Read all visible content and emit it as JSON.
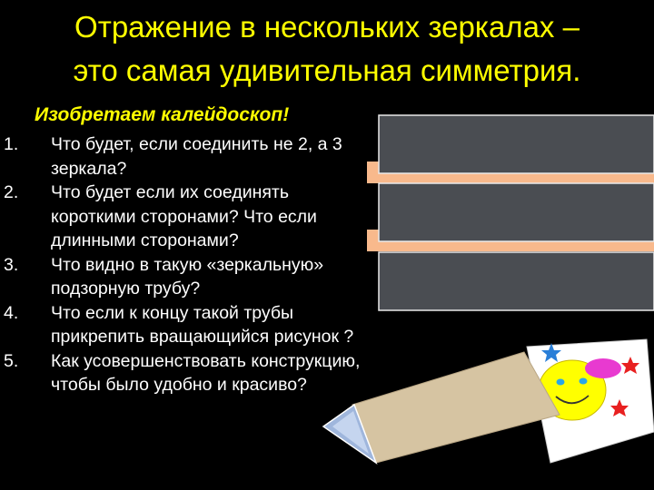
{
  "title": {
    "line1": "Отражение в нескольких зеркалах –",
    "line2": "это самая удивительная симметрия."
  },
  "subtitle": "Изобретаем калейдоскоп!",
  "questions": [
    {
      "num": "1.",
      "text": "Что будет, если соединить не 2, а 3 зеркала?"
    },
    {
      "num": "2.",
      "text": "Что будет если их соединять короткими сторонами? Что если длинными сторонами?"
    },
    {
      "num": "3.",
      "text": "Что видно в такую «зеркальную» подзорную трубу?"
    },
    {
      "num": "4.",
      "text": "Что если к концу такой трубы прикрепить вращающийся рисунок ?"
    },
    {
      "num": "5.",
      "text": "Как усовершенствовать конструкцию, чтобы было удобно и красиво?"
    }
  ],
  "colors": {
    "title": "#ffff00",
    "subtitle": "#ffff00",
    "text": "#ffffff",
    "background": "#000000",
    "mirror": "#4a4d52",
    "mirror_edge": "#f8b98c",
    "tube": "#d6c4a2",
    "drawing_face": "#ffff00",
    "drawing_hat": "#e83ad0",
    "star_red": "#e82020",
    "star_blue": "#2a7fd8"
  }
}
